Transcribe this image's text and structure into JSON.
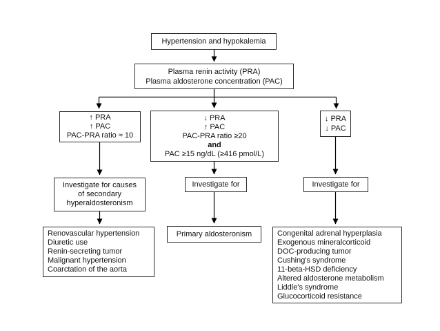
{
  "nodes": {
    "start": {
      "label": "Hypertension and hypokalemia"
    },
    "tests": {
      "line1": "Plasma renin activity (PRA)",
      "line2": "Plasma aldosterone concentration (PAC)"
    },
    "branch_left": {
      "line1": "↑ PRA",
      "line2": "↑ PAC",
      "line3": "PAC-PRA ratio ≈ 10"
    },
    "branch_mid": {
      "line1": "↓ PRA",
      "line2": "↑ PAC",
      "line3": "PAC-PRA ratio ≥20",
      "line4": "and",
      "line5": "PAC ≥15 ng/dL (≥416 pmol/L)"
    },
    "branch_right": {
      "line1": "↓ PRA",
      "line2": "↓ PAC"
    },
    "investigate_left": {
      "line1": "Investigate for causes",
      "line2": "of secondary",
      "line3": "hyperaldosteronism"
    },
    "investigate_mid": {
      "label": "Investigate for"
    },
    "investigate_right": {
      "label": "Investigate for"
    },
    "outcome_left": {
      "items": [
        "Renovascular hypertension",
        "Diuretic use",
        "Renin-secreting tumor",
        "Malignant hypertension",
        "Coarctation of the aorta"
      ]
    },
    "outcome_mid": {
      "label": "Primary aldosteronism"
    },
    "outcome_right": {
      "items": [
        "Congenital adrenal hyperplasia",
        "Exogenous mineralcorticoid",
        "DOC-producing tumor",
        "Cushing's syndrome",
        "11-beta-HSD deficiency",
        "Altered aldosterone metabolism",
        "Liddle's syndrome",
        "Glucocorticoid resistance"
      ]
    }
  },
  "colors": {
    "background": "#ffffff",
    "box_border": "#2b2b2b",
    "line": "#000000",
    "text": "#111111"
  }
}
